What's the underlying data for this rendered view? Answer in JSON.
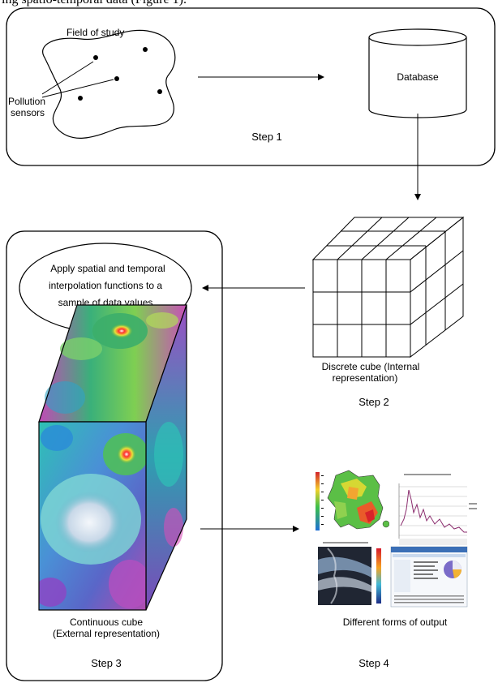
{
  "top_text": "ing spatio-temporal data (Figure 1).",
  "step1": {
    "field_label": "Field of study",
    "sensors_label_line1": "Pollution",
    "sensors_label_line2": "sensors",
    "database_label": "Database",
    "step_label": "Step 1"
  },
  "step2": {
    "cube_caption_line1": "Discrete cube (Internal",
    "cube_caption_line2": "representation)",
    "step_label": "Step 2"
  },
  "step3": {
    "ellipse_line1": "Apply spatial and temporal",
    "ellipse_line2": "interpolation functions to a",
    "ellipse_line3": "sample of data values",
    "cube_caption_line1": "Continuous cube",
    "cube_caption_line2": "(External representation)",
    "step_label": "Step 3"
  },
  "step4": {
    "output_caption": "Different forms of output",
    "step_label": "Step 4"
  }
}
